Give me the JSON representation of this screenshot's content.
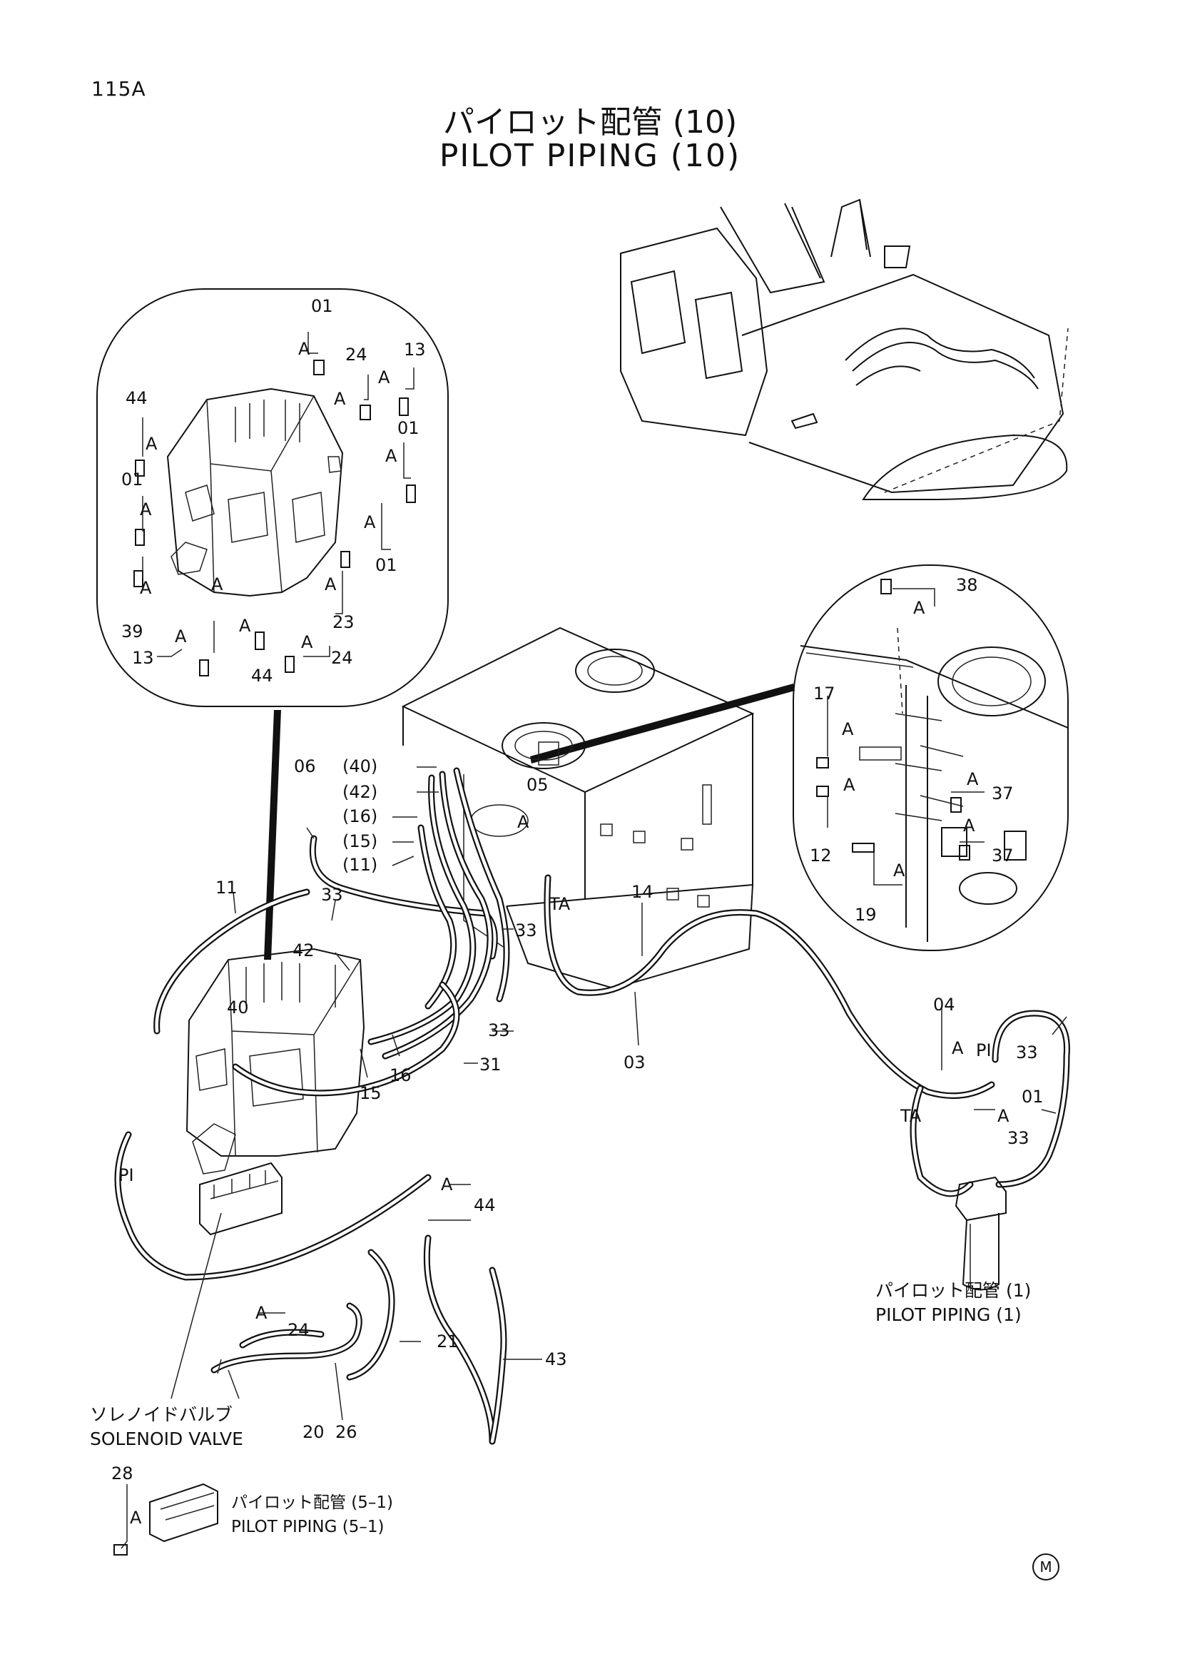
{
  "page": {
    "number": "115A",
    "title_ja": "パイロット配管 (10)",
    "title_en": "PILOT PIPING (10)"
  },
  "references": {
    "pilot_piping_1_ja": "パイロット配管 (1)",
    "pilot_piping_1_en": "PILOT PIPING (1)",
    "solenoid_ja": "ソレノイドバルブ",
    "solenoid_en": "SOLENOID VALVE",
    "pilot_piping_5_1_ja": "パイロット配管 (5–1)",
    "pilot_piping_5_1_en": "PILOT PIPING (5–1)"
  },
  "mark": "M",
  "callouts": {
    "detail_a": "A",
    "pi": "PI",
    "ta": "TA",
    "p01": "01",
    "p03": "03",
    "p04": "04",
    "p05": "05",
    "p06": "06",
    "p11": "11",
    "p12": "12",
    "p13": "13",
    "p14": "14",
    "p15": "15",
    "p16": "16",
    "p17": "17",
    "p19": "19",
    "p20": "20",
    "p21": "21",
    "p23": "23",
    "p24": "24",
    "p26": "26",
    "p28": "28",
    "p31": "31",
    "p33": "33",
    "p37": "37",
    "p38": "38",
    "p39": "39",
    "p40": "40",
    "p42": "42",
    "p43": "43",
    "p44": "44",
    "p11_paren": "(11)",
    "p15_paren": "(15)",
    "p16_paren": "(16)",
    "p40_paren": "(40)",
    "p42_paren": "(42)"
  }
}
